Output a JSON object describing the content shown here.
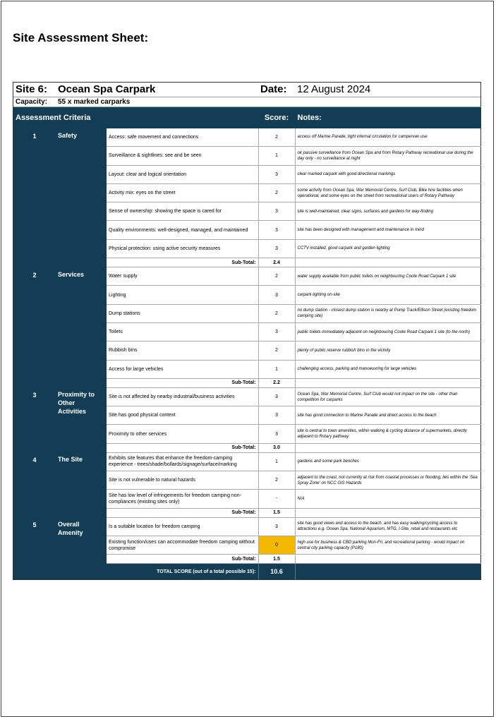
{
  "title": "Site Assessment Sheet:",
  "site": {
    "label": "Site 6:",
    "name": "Ocean Spa Carpark",
    "date_label": "Date:",
    "date": "12 August 2024",
    "capacity_label": "Capacity:",
    "capacity": "55 x marked carparks"
  },
  "columns": {
    "criteria": "Assessment Criteria",
    "score": "Score:",
    "notes": "Notes:"
  },
  "sections": [
    {
      "num": "1",
      "name": "Safety",
      "items": [
        {
          "criterion": "Access: safe movement and connections",
          "score": "2",
          "note": "access off Marine Parade, tight internal circulation for campervan use"
        },
        {
          "criterion": "Surveillance & sightlines: see and be seen",
          "score": "1",
          "note": "ok passive surveillance from Ocean Spa and from Rotary Pathway recreational use during the day only - no surveillance at night"
        },
        {
          "criterion": "Layout: clear and logical orientation",
          "score": "3",
          "note": "clear marked carpark with good directional markings"
        },
        {
          "criterion": "Activity mix: eyes on the street",
          "score": "2",
          "note": "some activity from Ocean Spa, War Memorial Centre, Surf Club, Bike hire facilities when operational, and some eyes on the street from recreational users of Rotary Pathway"
        },
        {
          "criterion": "Sense of ownership: showing the space is cared for",
          "score": "3",
          "note": "site is well-maintained, clear signs, surfaces and gardens for way-finding"
        },
        {
          "criterion": "Quality environments: well-designed, managed, and maintained",
          "score": "3",
          "note": "site has been designed with management and maintenance in mind"
        },
        {
          "criterion": "Physical protection: using active security measures",
          "score": "3",
          "note": "CCTV installed, good carpark and garden lighting"
        }
      ],
      "subtotal_label": "Sub-Total:",
      "subtotal": "2.4"
    },
    {
      "num": "2",
      "name": "Services",
      "items": [
        {
          "criterion": "Water supply",
          "score": "2",
          "note": "water supply available from public toilets on neighbouring Coote Road Carpark 1 site"
        },
        {
          "criterion": "Lighting",
          "score": "3",
          "note": "carpark lighting on-site"
        },
        {
          "criterion": "Dump stations",
          "score": "2",
          "note": "no dump station - closest dump station is nearby at Pump Track/Ellison Street (existing freedom camping site)"
        },
        {
          "criterion": "Toilets",
          "score": "3",
          "note": "public toilets immediately adjacent on neighbouring Coote Road Carpark 1 site (to the north)"
        },
        {
          "criterion": "Rubbish bins",
          "score": "2",
          "note": "plenty of public reserve rubbish bins in the vicinity"
        },
        {
          "criterion": "Access for large vehicles",
          "score": "1",
          "note": "challenging access, parking and manoeuvring for large vehicles"
        }
      ],
      "subtotal_label": "Sub-Total:",
      "subtotal": "2.2"
    },
    {
      "num": "3",
      "name": "Proximity to Other Activities",
      "items": [
        {
          "criterion": "Site is not affected by nearby industrial/business activities",
          "score": "3",
          "note": "Ocean Spa, War Memorial Centre, Surf Club would not impact on the site - other than competition for carparks"
        },
        {
          "criterion": "Site has good physical context",
          "score": "3",
          "note": "site has good connection to Marine Parade and direct access to the beach"
        },
        {
          "criterion": "Proximity to other services",
          "score": "3",
          "note": "site is central to town amenities, within walking & cycling distance of supermarkets, directly adjacent to Rotary pathway"
        }
      ],
      "subtotal_label": "Sub-Total:",
      "subtotal": "3.0"
    },
    {
      "num": "4",
      "name": "The Site",
      "items": [
        {
          "criterion": "Exhibits site features that enhance the freedom-camping experience - trees/shade/bollards/signage/surface/marking",
          "score": "1",
          "note": "gardens and some park benches"
        },
        {
          "criterion": "Site is not vulnerable to natural hazards",
          "score": "2",
          "note": "adjacent to the coast, not currently at risk from coastal processes or flooding, lies within the 'Sea Spray Zone' on NCC GIS Hazards"
        },
        {
          "criterion": "Site has low level of infringements for freedom camping non-compliances (existing sites only)",
          "score": "-",
          "note": "N/A"
        }
      ],
      "subtotal_label": "Sub-Total:",
      "subtotal": "1.5"
    },
    {
      "num": "5",
      "name": "Overall Amenity",
      "items": [
        {
          "criterion": "Is a suitable location for freedom camping",
          "score": "3",
          "note": "site has good views and access to the beach, and has easy walking/cycling access to attractions e.g. Ocean Spa, National Aquarium, MTG, I-Site, retail and restaurants etc"
        },
        {
          "criterion": "Existing function/uses can accommodate freedom camping without compromise",
          "score": "0",
          "note": "high use for business & CBD parking Mon-Fri, and recreational parking - would impact on central city parking capacity (P180)",
          "highlight": true
        }
      ],
      "subtotal_label": "Sub-Total:",
      "subtotal": "1.5"
    }
  ],
  "total": {
    "label": "TOTAL SCORE (out of a total possible 15):",
    "value": "10.6"
  },
  "colors": {
    "header_bg": "#123d55",
    "highlight": "#f5b800"
  }
}
